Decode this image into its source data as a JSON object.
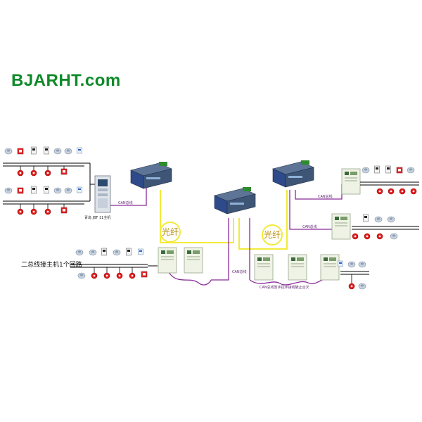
{
  "brand": {
    "text": "BJARHT.com",
    "color": "#0f8a2a"
  },
  "labels": {
    "host_caption": "青岛 JBF 11主机",
    "two_bus_caption": "二总线接主机1个回路",
    "fiber_left": "光纤",
    "fiber_right": "光纤",
    "can_left": "CAN总线",
    "can_mid": "CAN总线",
    "can_right_top": "CAN总线",
    "can_right_mid": "CAN总线",
    "can_bottom": "CAN总线暂手控手接线破止合叉"
  },
  "colors": {
    "can_bus": "#8a2b9a",
    "fiber": "#f2ea3a",
    "wire": "#000000",
    "converter_body": "#3e5576",
    "converter_front": "#2f4a8a",
    "cabinet": "#eef3e6"
  },
  "icons": {
    "converter": "can-fiber-converter-icon",
    "panel": "fire-alarm-panel-icon",
    "host": "fire-host-icon",
    "smoke": "smoke-detector-icon",
    "alarm": "manual-alarm-icon",
    "bell": "alarm-bell-icon",
    "module": "io-module-icon",
    "sounder": "sounder-icon"
  }
}
